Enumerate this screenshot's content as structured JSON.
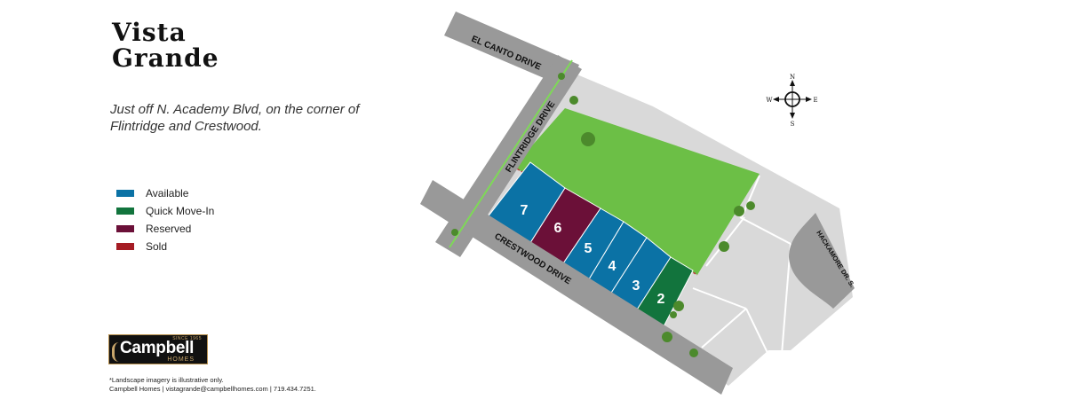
{
  "title": {
    "line1": "Vista",
    "line2": "Grande"
  },
  "subtitle": "Just off N. Academy Blvd, on the corner of Flintridge and Crestwood.",
  "legend": [
    {
      "label": "Available",
      "color": "#0b72a5"
    },
    {
      "label": "Quick Move-In",
      "color": "#12743d"
    },
    {
      "label": "Reserved",
      "color": "#6b1038"
    },
    {
      "label": "Sold",
      "color": "#a51c24"
    }
  ],
  "streets": {
    "el_canto": "EL CANTO DRIVE",
    "flintridge": "FLINTRIDGE DRIVE",
    "crestwood": "CRESTWOOD DRIVE",
    "hackamore": "HACKAMORE DR. S."
  },
  "compass": {
    "n": "N",
    "s": "S",
    "e": "E",
    "w": "W"
  },
  "lots": [
    {
      "number": "7",
      "status": "Available"
    },
    {
      "number": "6",
      "status": "Reserved"
    },
    {
      "number": "5",
      "status": "Available"
    },
    {
      "number": "4",
      "status": "Available"
    },
    {
      "number": "3",
      "status": "Available"
    },
    {
      "number": "2",
      "status": "Quick Move-In"
    }
  ],
  "logo": {
    "since": "SINCE 1965",
    "name": "Campbell",
    "sub": "HOMES"
  },
  "footnote": {
    "line1": "*Landscape imagery is illustrative only.",
    "line2": "Campbell Homes  |  vistagrande@campbellhomes.com  |  719.434.7251."
  },
  "colors": {
    "road": "#999999",
    "lot_gray": "#d7d7d7",
    "grass": "#6cbf46",
    "tree": "#4c8a2c"
  }
}
